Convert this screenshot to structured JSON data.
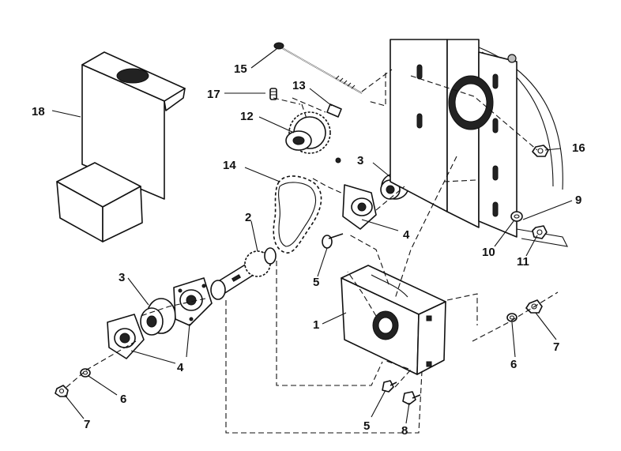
{
  "diagram": {
    "callouts": {
      "c1": "1",
      "c2": "2",
      "c3a": "3",
      "c3b": "3",
      "c4a": "4",
      "c4b": "4",
      "c5a": "5",
      "c5b": "5",
      "c6a": "6",
      "c6b": "6",
      "c7a": "7",
      "c7b": "7",
      "c8": "8",
      "c9": "9",
      "c10": "10",
      "c11": "11",
      "c12": "12",
      "c13": "13",
      "c14": "14",
      "c15": "15",
      "c16": "16",
      "c17": "17",
      "c18": "18"
    }
  }
}
